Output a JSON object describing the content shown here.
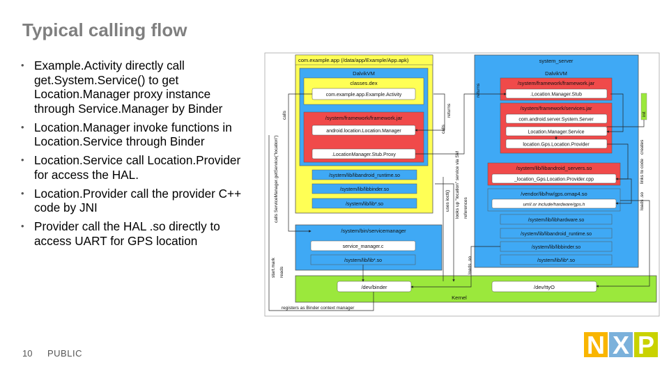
{
  "title": "Typical calling flow",
  "bullets": [
    "Example.Activity directly call get.System.Service() to get Location.Manager proxy instance through Service.Manager by Binder",
    "Location.Manager invoke functions in Location.Service through Binder",
    "Location.Service call Location.Provider for access the HAL.",
    "Location.Provider call the provider C++ code by JNI",
    "Provider call the HAL .so directly to access UART for GPS location"
  ],
  "footer": {
    "page_number": "10",
    "classification": "PUBLIC"
  },
  "diagram": {
    "app": {
      "header": "com.example.app (/data/app/Example/App.apk)",
      "vm": "DalvikVM",
      "dex": "classes.dex",
      "activity": "com.example.app.Example.Activity",
      "framework_jar": "/system/framework/framework.jar",
      "location_manager": "android.location.Location.Manager",
      "stub_proxy": ".LocationManager.Stub.Proxy",
      "libs": [
        "/system/lib/libandroid_runtime.so",
        "/system/lib/libbinder.so",
        "/system/lib/lib*.so"
      ]
    },
    "system_server": {
      "header": "system_server",
      "vm": "DalvikVM",
      "framework_jar": "/system/framework/framework.jar",
      "stub": ".Location.Manager.Stub",
      "services_jar": "/system/framework/services.jar",
      "system_server_class": "com.android.server.System.Server",
      "location_service": "Location.Manager.Service",
      "gps_provider": "location.Gps.Location.Provider",
      "jni_lib": "/system/lib/libandroid_servers.so",
      "jni_cpp": "_location_Gps.Location.Provider.cpp",
      "vendor_lib": "/vendor/lib/hw/gps.omap4.so",
      "hal_header": "uml/.or include/hardware/gps.h",
      "hw_lib": "/system/lib/libhardware.so",
      "runtime_lib": "/system/lib/libandroid_runtime.so",
      "binder_lib": "/system/lib/libbinder.so",
      "other_libs": "/system/lib/lib*.so"
    },
    "servicemanager": {
      "header": "/system/bin/servicemanager",
      "main": "service_manager.c",
      "libs": "/system/lib/lib*.so"
    },
    "kernel": {
      "label": "Kernel",
      "binder": "/dev/binder",
      "tty": "/dev/ttyO"
    },
    "annotations": {
      "calls": "calls",
      "returns": "returns",
      "calls2": "calls",
      "get_service": "looks up \"location\" service via SM",
      "references": "references",
      "uses_ioctl": "uses ioctl()",
      "loads_so": "loads .so",
      "reads": "reads",
      "left_vertical": "calls ServiceManager.getService(\"location\")",
      "reads_left": "reads",
      "start_mark": "start.mark",
      "context_manager": "registers as Binder context manager",
      "reads_top": "returns",
      "links_to": "links to code",
      "creates": "creates",
      "loads_hal": "loads .so",
      "init": "init"
    }
  },
  "colors": {
    "title": "#7f7f7f",
    "yellow": "#ffff55",
    "blue": "#3fa9f5",
    "red": "#f04a4a",
    "green": "#9be83c",
    "white_box": "#ffffff",
    "nxp_orange": "#f9b500",
    "nxp_blue": "#7bb1db",
    "nxp_green": "#c9d200"
  },
  "logo": {
    "letters": [
      "N",
      "X",
      "P"
    ]
  }
}
